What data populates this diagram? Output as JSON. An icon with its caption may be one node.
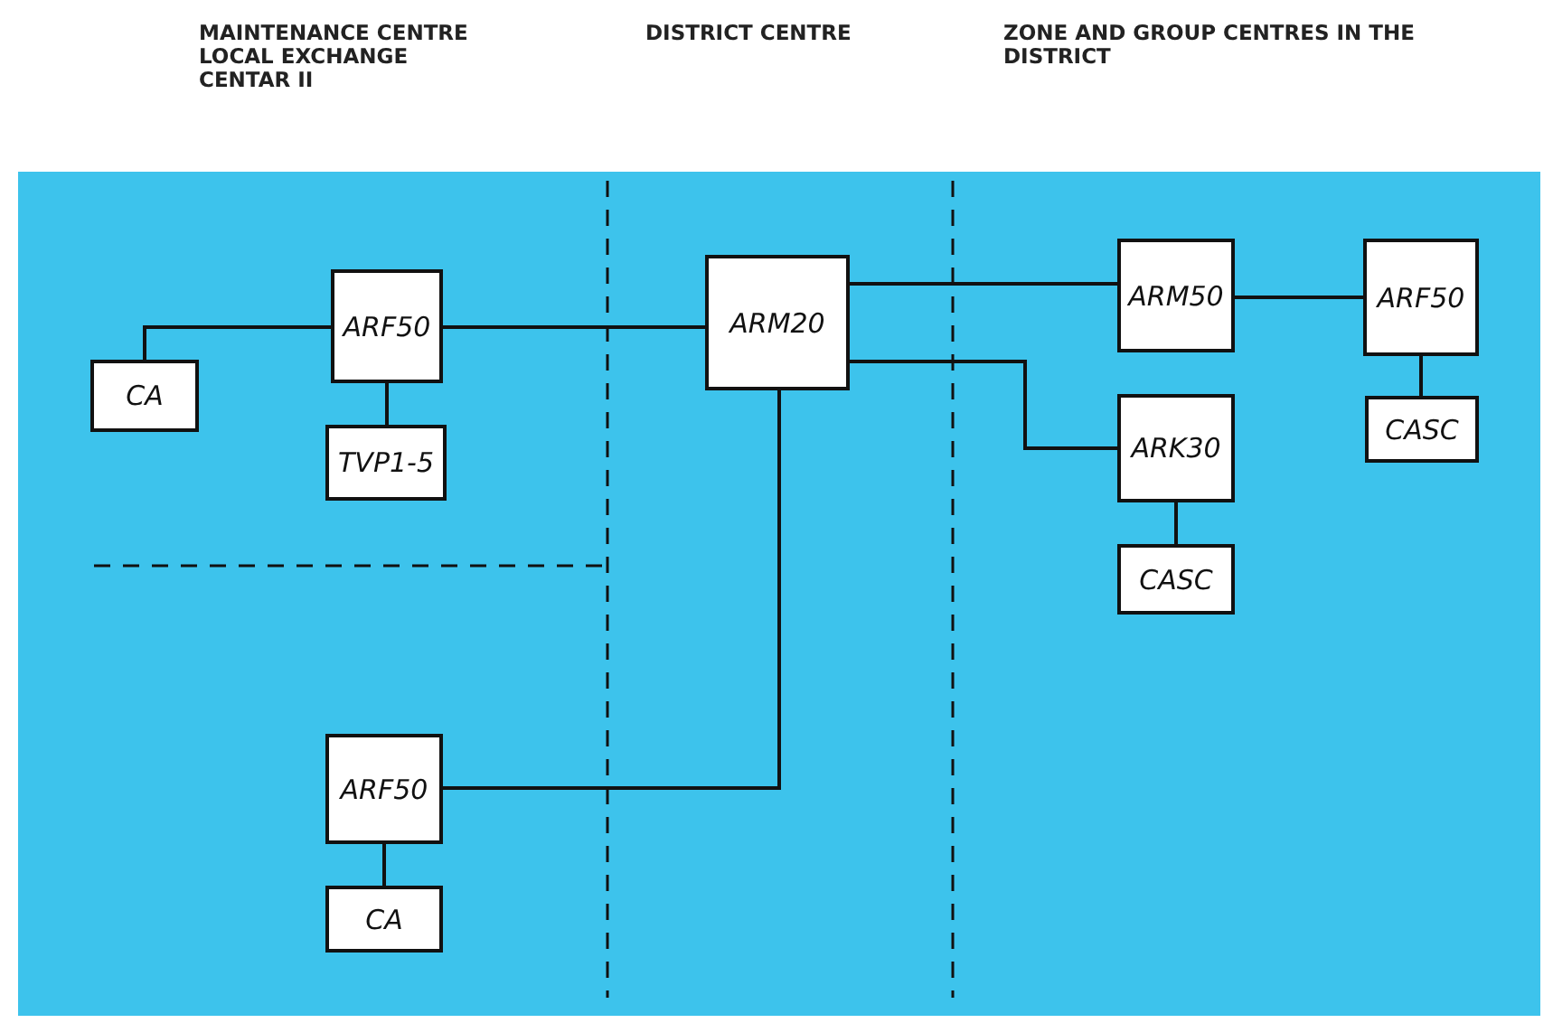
{
  "diagram": {
    "nodes": [
      {
        "text": [
          "ARF50"
        ]
      },
      {
        "text": [
          "CA"
        ]
      },
      {
        "text": [
          "TVP1-5"
        ]
      },
      {
        "text": [
          "ARM20"
        ]
      },
      {
        "text": [
          "ARM50"
        ]
      },
      {
        "text": [
          "ARF50"
        ]
      },
      {
        "text": [
          "ARK30"
        ]
      },
      {
        "text": [
          "CASC"
        ]
      },
      {
        "text": [
          "CASC"
        ]
      },
      {
        "text": [
          "ARF50"
        ]
      },
      {
        "text": [
          "CA"
        ]
      }
    ],
    "edges": [
      {
        "from": 1,
        "to": 0,
        "arrow": "none"
      },
      {
        "from": 0,
        "to": 2,
        "arrow": "none"
      },
      {
        "from": 0,
        "to": 3,
        "arrow": "none"
      },
      {
        "from": 3,
        "to": 4,
        "arrow": "none"
      },
      {
        "from": 3,
        "to": 6,
        "arrow": "none"
      },
      {
        "from": 4,
        "to": 5,
        "arrow": "none"
      },
      {
        "from": 5,
        "to": 7,
        "arrow": "none"
      },
      {
        "from": 6,
        "to": 8,
        "arrow": "none"
      },
      {
        "from": 3,
        "to": 9,
        "arrow": "none"
      },
      {
        "from": 9,
        "to": 10,
        "arrow": "none"
      }
    ],
    "labels": [
      "MAINTENANCE CENTRE LOCAL EXCHANGE CENTAR II",
      "DISTRICT CENTRE",
      "ZONE AND GROUP CENTRES IN THE DISTRICT"
    ]
  }
}
